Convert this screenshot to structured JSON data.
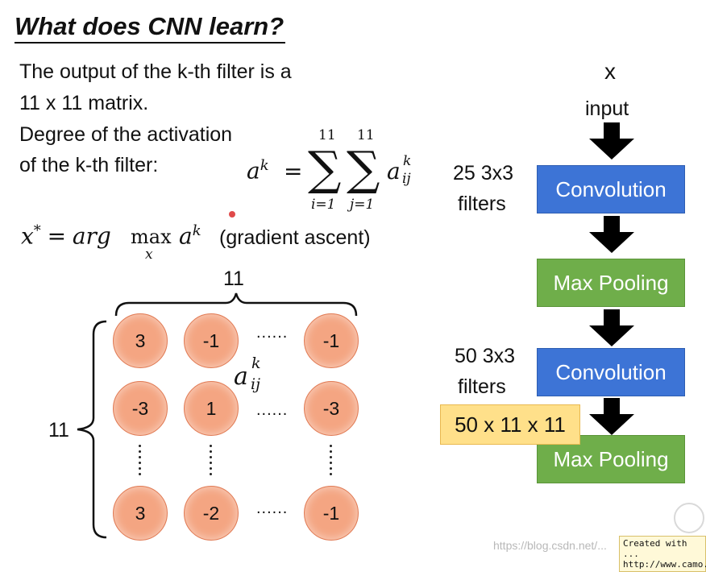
{
  "title": "What does CNN learn?",
  "text": {
    "line1": "The output of the k-th filter is a",
    "line2": "11 x 11 matrix.",
    "line3": "Degree of the activation",
    "line4": "of the k-th filter:",
    "gradient": "(gradient ascent)"
  },
  "formula": {
    "ak": "a",
    "k_sup": "k",
    "equals": "=",
    "sum_top": "11",
    "sum_bottom_i": "i=1",
    "sum_bottom_j": "j=1",
    "aij_base": "a",
    "aij_sup": "k",
    "aij_sub": "ij",
    "xstar": "x",
    "star": "*",
    "argmax": "arg",
    "max": "max",
    "max_sub": "x"
  },
  "matrix": {
    "top_label": "11",
    "left_label": "11",
    "rows": [
      [
        "3",
        "-1",
        "-1"
      ],
      [
        "-3",
        "1",
        "-3"
      ],
      [
        "3",
        "-2",
        "-1"
      ]
    ],
    "hdots": "......",
    "aij_base": "a",
    "aij_sup": "k",
    "aij_sub": "ij"
  },
  "network": {
    "x_label": "x",
    "input_label": "input",
    "filters1_line1": "25 3x3",
    "filters1_line2": "filters",
    "conv1": "Convolution",
    "pool1": "Max Pooling",
    "filters2_line1": "50 3x3",
    "filters2_line2": "filters",
    "conv2": "Convolution",
    "output_dim": "50 x 11 x 11",
    "pool2": "Max Pooling"
  },
  "watermark": "https://blog.csdn.net/...",
  "stamp_line1": "Created with ...",
  "stamp_line2": "http://www.camo...",
  "colors": {
    "conv": "#3d74d6",
    "pool": "#6fae4a",
    "neuron": "#f4a582",
    "highlight": "#ffe08a"
  }
}
